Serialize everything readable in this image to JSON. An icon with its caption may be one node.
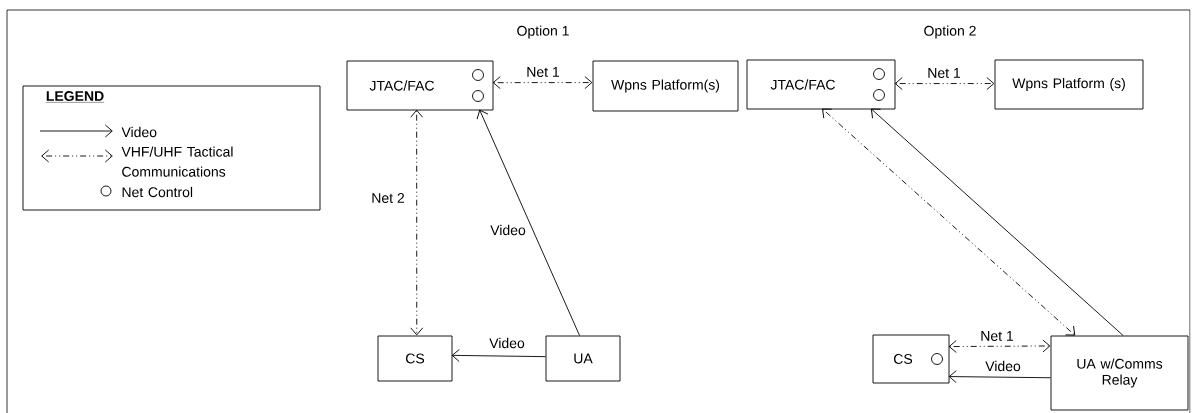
{
  "diagram": {
    "nodes": [
      {
        "text": [
          "JTAC/FAC"
        ]
      },
      {
        "text": [
          "Wpns Platform(s)"
        ]
      },
      {
        "text": [
          "CS"
        ]
      },
      {
        "text": [
          "UA"
        ]
      },
      {
        "text": [
          "JTAC/FAC"
        ]
      },
      {
        "text": [
          "Wpns Platform (s)"
        ]
      },
      {
        "text": [
          "CS"
        ]
      },
      {
        "text": [
          "UA w/Comms Relay"
        ]
      }
    ],
    "edges": [
      {
        "from": 0,
        "to": 1,
        "arrow": "both",
        "style": "dashed",
        "label": "Net 1"
      },
      {
        "from": 0,
        "to": 2,
        "arrow": "both",
        "style": "dashed",
        "label": "Net 2"
      },
      {
        "from": 3,
        "to": 0,
        "arrow": "to",
        "label": "Video"
      },
      {
        "from": 3,
        "to": 2,
        "arrow": "to",
        "label": "Video"
      },
      {
        "from": 4,
        "to": 5,
        "arrow": "both",
        "style": "dashed",
        "label": "Net 1"
      },
      {
        "from": 4,
        "to": 7,
        "arrow": "both",
        "style": "dashed"
      },
      {
        "from": 7,
        "to": 4,
        "arrow": "to"
      },
      {
        "from": 6,
        "to": 7,
        "arrow": "both",
        "style": "dashed",
        "label": "Net 1"
      },
      {
        "from": 7,
        "to": 6,
        "arrow": "to",
        "label": "Video"
      }
    ],
    "labels": [
      "Option 1",
      "Option 2",
      "LEGEND"
    ],
    "legend": [
      {
        "text": "Video"
      },
      {
        "text": "VHF/UHF Tactical Communications"
      },
      {
        "text": "Net Control"
      }
    ]
  }
}
